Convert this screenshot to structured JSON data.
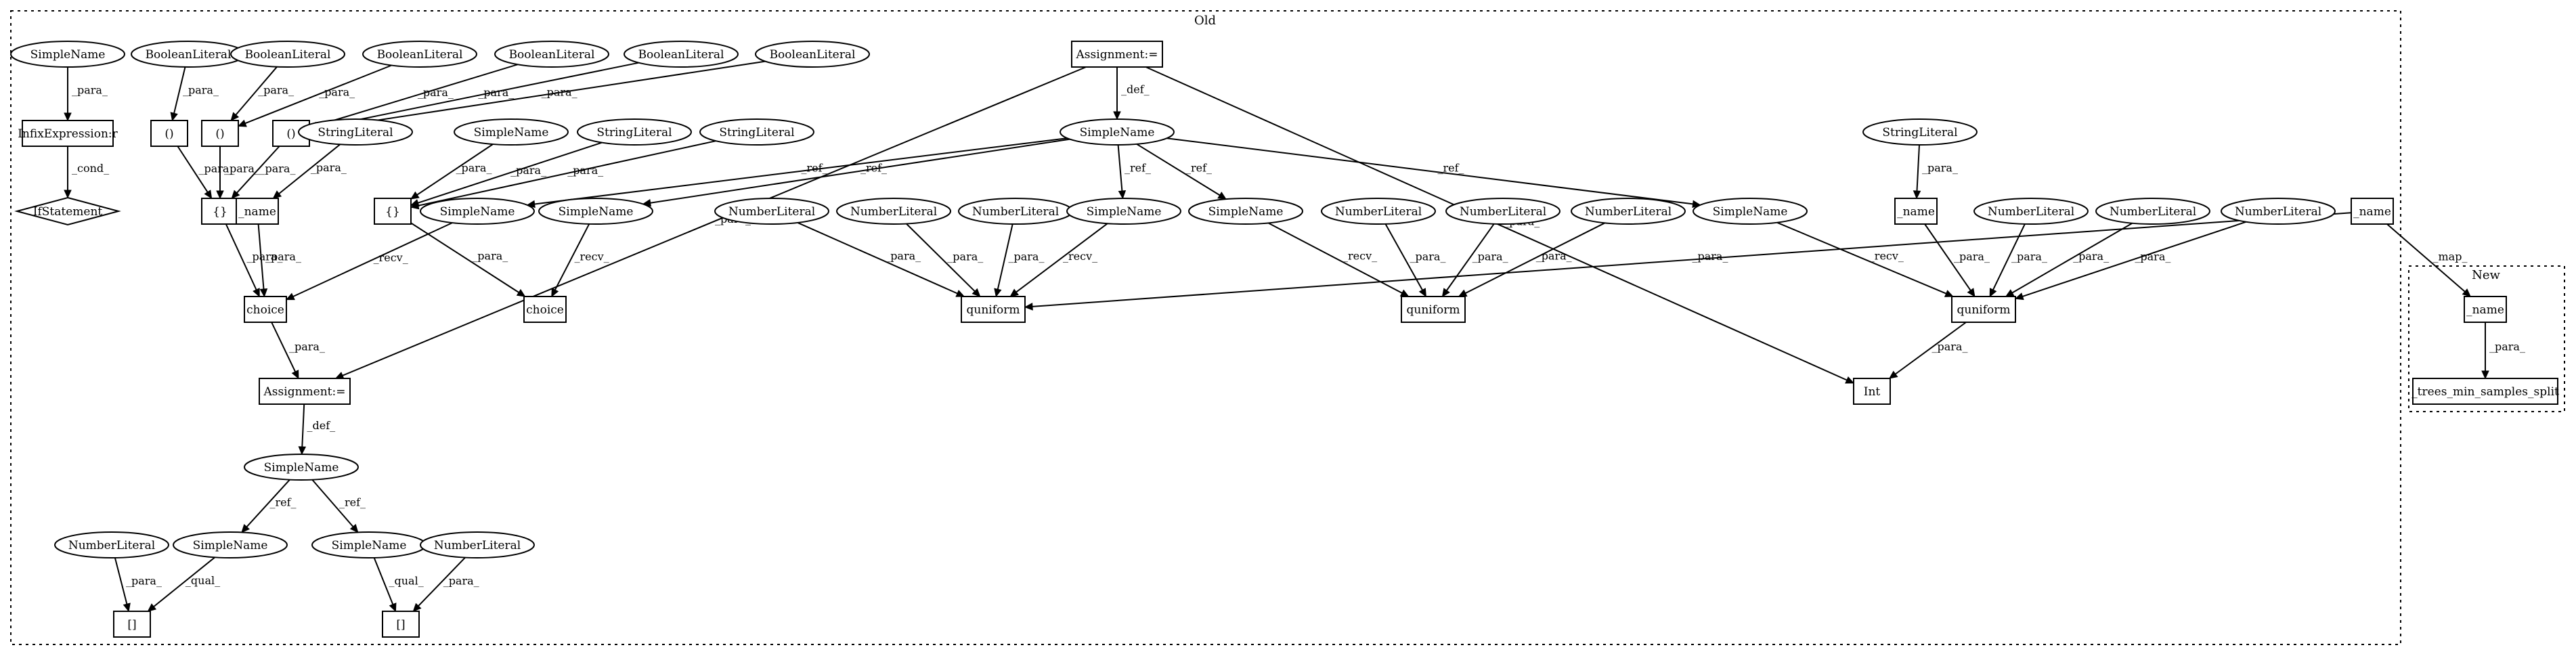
{
  "clusters": [
    {
      "id": "old",
      "label": "Old"
    },
    {
      "id": "new",
      "label": "New"
    }
  ],
  "nodes": [
    {
      "id": "n_sn_top",
      "label": "SimpleName",
      "shape": "ellipse"
    },
    {
      "id": "n_infix",
      "label": "InfixExpression:r",
      "shape": "box"
    },
    {
      "id": "n_ifst",
      "label": "IfStatement",
      "shape": "diamond"
    },
    {
      "id": "n_bool1",
      "label": "BooleanLiteral",
      "shape": "ellipse"
    },
    {
      "id": "n_bool2",
      "label": "BooleanLiteral",
      "shape": "ellipse"
    },
    {
      "id": "n_bool3",
      "label": "BooleanLiteral",
      "shape": "ellipse"
    },
    {
      "id": "n_bool4",
      "label": "BooleanLiteral",
      "shape": "ellipse"
    },
    {
      "id": "n_bool5",
      "label": "BooleanLiteral",
      "shape": "ellipse"
    },
    {
      "id": "n_bool6",
      "label": "BooleanLiteral",
      "shape": "ellipse"
    },
    {
      "id": "n_par1",
      "label": "()",
      "shape": "box"
    },
    {
      "id": "n_par2",
      "label": "()",
      "shape": "box"
    },
    {
      "id": "n_par3",
      "label": "()",
      "shape": "box"
    },
    {
      "id": "n_brace1",
      "label": "{}",
      "shape": "box"
    },
    {
      "id": "n_str1",
      "label": "StringLiteral",
      "shape": "ellipse"
    },
    {
      "id": "n_name1",
      "label": "_name",
      "shape": "box"
    },
    {
      "id": "n_choice1",
      "label": "choice",
      "shape": "box"
    },
    {
      "id": "n_assign2",
      "label": "Assignment:=",
      "shape": "box"
    },
    {
      "id": "n_sn_def2",
      "label": "SimpleName",
      "shape": "ellipse"
    },
    {
      "id": "n_sn_r1",
      "label": "SimpleName",
      "shape": "ellipse"
    },
    {
      "id": "n_sn_r2",
      "label": "SimpleName",
      "shape": "ellipse"
    },
    {
      "id": "n_num_a",
      "label": "NumberLiteral",
      "shape": "ellipse"
    },
    {
      "id": "n_num_b",
      "label": "NumberLiteral",
      "shape": "ellipse"
    },
    {
      "id": "n_idx1",
      "label": "[]",
      "shape": "box"
    },
    {
      "id": "n_idx2",
      "label": "[]",
      "shape": "box"
    },
    {
      "id": "n_assign1",
      "label": "Assignment:=",
      "shape": "box"
    },
    {
      "id": "n_sn_b",
      "label": "SimpleName",
      "shape": "ellipse"
    },
    {
      "id": "n_str2",
      "label": "StringLiteral",
      "shape": "ellipse"
    },
    {
      "id": "n_str3",
      "label": "StringLiteral",
      "shape": "ellipse"
    },
    {
      "id": "n_brace2",
      "label": "{}",
      "shape": "box"
    },
    {
      "id": "n_sn_main",
      "label": "SimpleName",
      "shape": "ellipse"
    },
    {
      "id": "n_sn_c1",
      "label": "SimpleName",
      "shape": "ellipse"
    },
    {
      "id": "n_sn_c2",
      "label": "SimpleName",
      "shape": "ellipse"
    },
    {
      "id": "n_choice2",
      "label": "choice",
      "shape": "box"
    },
    {
      "id": "n_num1",
      "label": "NumberLiteral",
      "shape": "ellipse"
    },
    {
      "id": "n_num2",
      "label": "NumberLiteral",
      "shape": "ellipse"
    },
    {
      "id": "n_num3",
      "label": "NumberLiteral",
      "shape": "ellipse"
    },
    {
      "id": "n_sn_q1",
      "label": "SimpleName",
      "shape": "ellipse"
    },
    {
      "id": "n_quni1",
      "label": "quniform",
      "shape": "box"
    },
    {
      "id": "n_sn_q2",
      "label": "SimpleName",
      "shape": "ellipse"
    },
    {
      "id": "n_num4",
      "label": "NumberLiteral",
      "shape": "ellipse"
    },
    {
      "id": "n_num5",
      "label": "NumberLiteral",
      "shape": "ellipse"
    },
    {
      "id": "n_num6",
      "label": "NumberLiteral",
      "shape": "ellipse"
    },
    {
      "id": "n_quni2",
      "label": "quniform",
      "shape": "box"
    },
    {
      "id": "n_sn_q3",
      "label": "SimpleName",
      "shape": "ellipse"
    },
    {
      "id": "n_str4",
      "label": "StringLiteral",
      "shape": "ellipse"
    },
    {
      "id": "n_name2",
      "label": "_name",
      "shape": "box"
    },
    {
      "id": "n_num7",
      "label": "NumberLiteral",
      "shape": "ellipse"
    },
    {
      "id": "n_num8",
      "label": "NumberLiteral",
      "shape": "ellipse"
    },
    {
      "id": "n_num9",
      "label": "NumberLiteral",
      "shape": "ellipse"
    },
    {
      "id": "n_quni3",
      "label": "quniform",
      "shape": "box"
    },
    {
      "id": "n_int",
      "label": "Int",
      "shape": "box"
    },
    {
      "id": "n_name_old",
      "label": "_name",
      "shape": "box"
    },
    {
      "id": "n_name_new",
      "label": "_name",
      "shape": "box"
    },
    {
      "id": "n_trees",
      "label": "_trees_min_samples_split",
      "shape": "box"
    }
  ],
  "edges": [
    {
      "from": "n_sn_top",
      "to": "n_infix",
      "label": "_para_"
    },
    {
      "from": "n_infix",
      "to": "n_ifst",
      "label": "_cond_"
    },
    {
      "from": "n_bool1",
      "to": "n_par1",
      "label": "_para_"
    },
    {
      "from": "n_bool2",
      "to": "n_par2",
      "label": "_para_"
    },
    {
      "from": "n_bool3",
      "to": "n_par2",
      "label": "_para_"
    },
    {
      "from": "n_bool4",
      "to": "n_par3",
      "label": "_para_"
    },
    {
      "from": "n_bool5",
      "to": "n_par3",
      "label": "_para_"
    },
    {
      "from": "n_bool6",
      "to": "n_par3",
      "label": "_para_"
    },
    {
      "from": "n_par1",
      "to": "n_brace1",
      "label": "_para_"
    },
    {
      "from": "n_par2",
      "to": "n_brace1",
      "label": "_para_"
    },
    {
      "from": "n_par3",
      "to": "n_brace1",
      "label": "_para_"
    },
    {
      "from": "n_str1",
      "to": "n_name1",
      "label": "_para_"
    },
    {
      "from": "n_brace1",
      "to": "n_choice1",
      "label": "_para_"
    },
    {
      "from": "n_name1",
      "to": "n_choice1",
      "label": "_para_"
    },
    {
      "from": "n_choice1",
      "to": "n_assign2",
      "label": "_para_"
    },
    {
      "from": "n_assign1",
      "to": "n_assign2",
      "label": "_para_"
    },
    {
      "from": "n_assign2",
      "to": "n_sn_def2",
      "label": "_def_"
    },
    {
      "from": "n_sn_def2",
      "to": "n_sn_r1",
      "label": "_ref_"
    },
    {
      "from": "n_sn_def2",
      "to": "n_sn_r2",
      "label": "_ref_"
    },
    {
      "from": "n_num_a",
      "to": "n_idx1",
      "label": "_para_"
    },
    {
      "from": "n_sn_r1",
      "to": "n_idx1",
      "label": "_qual_"
    },
    {
      "from": "n_sn_r2",
      "to": "n_idx2",
      "label": "_qual_"
    },
    {
      "from": "n_num_b",
      "to": "n_idx2",
      "label": "_para_"
    },
    {
      "from": "n_assign1",
      "to": "n_sn_main",
      "label": "_def_"
    },
    {
      "from": "n_assign1",
      "to": "n_int",
      "label": "_para_"
    },
    {
      "from": "n_sn_b",
      "to": "n_brace2",
      "label": "_para_"
    },
    {
      "from": "n_str2",
      "to": "n_brace2",
      "label": "_para_"
    },
    {
      "from": "n_str3",
      "to": "n_brace2",
      "label": "_para_"
    },
    {
      "from": "n_sn_main",
      "to": "n_sn_c1",
      "label": "_ref_"
    },
    {
      "from": "n_sn_main",
      "to": "n_sn_c2",
      "label": "_ref_"
    },
    {
      "from": "n_sn_main",
      "to": "n_sn_q1",
      "label": "_ref_"
    },
    {
      "from": "n_sn_main",
      "to": "n_sn_q2",
      "label": "_ref_"
    },
    {
      "from": "n_sn_main",
      "to": "n_sn_q3",
      "label": "_ref_"
    },
    {
      "from": "n_sn_c1",
      "to": "n_choice1",
      "label": "_recv_"
    },
    {
      "from": "n_sn_c2",
      "to": "n_choice2",
      "label": "_recv_"
    },
    {
      "from": "n_brace2",
      "to": "n_choice2",
      "label": "_para_"
    },
    {
      "from": "n_num1",
      "to": "n_quni1",
      "label": "_para_"
    },
    {
      "from": "n_num2",
      "to": "n_quni1",
      "label": "_para_"
    },
    {
      "from": "n_num3",
      "to": "n_quni1",
      "label": "_para_"
    },
    {
      "from": "n_sn_q1",
      "to": "n_quni1",
      "label": "_recv_"
    },
    {
      "from": "n_name_old",
      "to": "n_quni1",
      "label": "_para_"
    },
    {
      "from": "n_sn_q2",
      "to": "n_quni2",
      "label": "_recv_"
    },
    {
      "from": "n_num4",
      "to": "n_quni2",
      "label": "_para_"
    },
    {
      "from": "n_num5",
      "to": "n_quni2",
      "label": "_para_"
    },
    {
      "from": "n_num6",
      "to": "n_quni2",
      "label": "_para_"
    },
    {
      "from": "n_str4",
      "to": "n_name2",
      "label": "_para_"
    },
    {
      "from": "n_sn_q3",
      "to": "n_quni3",
      "label": "_recv_"
    },
    {
      "from": "n_name2",
      "to": "n_quni3",
      "label": "_para_"
    },
    {
      "from": "n_num7",
      "to": "n_quni3",
      "label": "_para_"
    },
    {
      "from": "n_num8",
      "to": "n_quni3",
      "label": "_para_"
    },
    {
      "from": "n_num9",
      "to": "n_quni3",
      "label": "_para_"
    },
    {
      "from": "n_quni3",
      "to": "n_int",
      "label": "_para_"
    },
    {
      "from": "n_name_old",
      "to": "n_name_new",
      "label": "_map_"
    },
    {
      "from": "n_name_new",
      "to": "n_trees",
      "label": "_para_"
    }
  ]
}
